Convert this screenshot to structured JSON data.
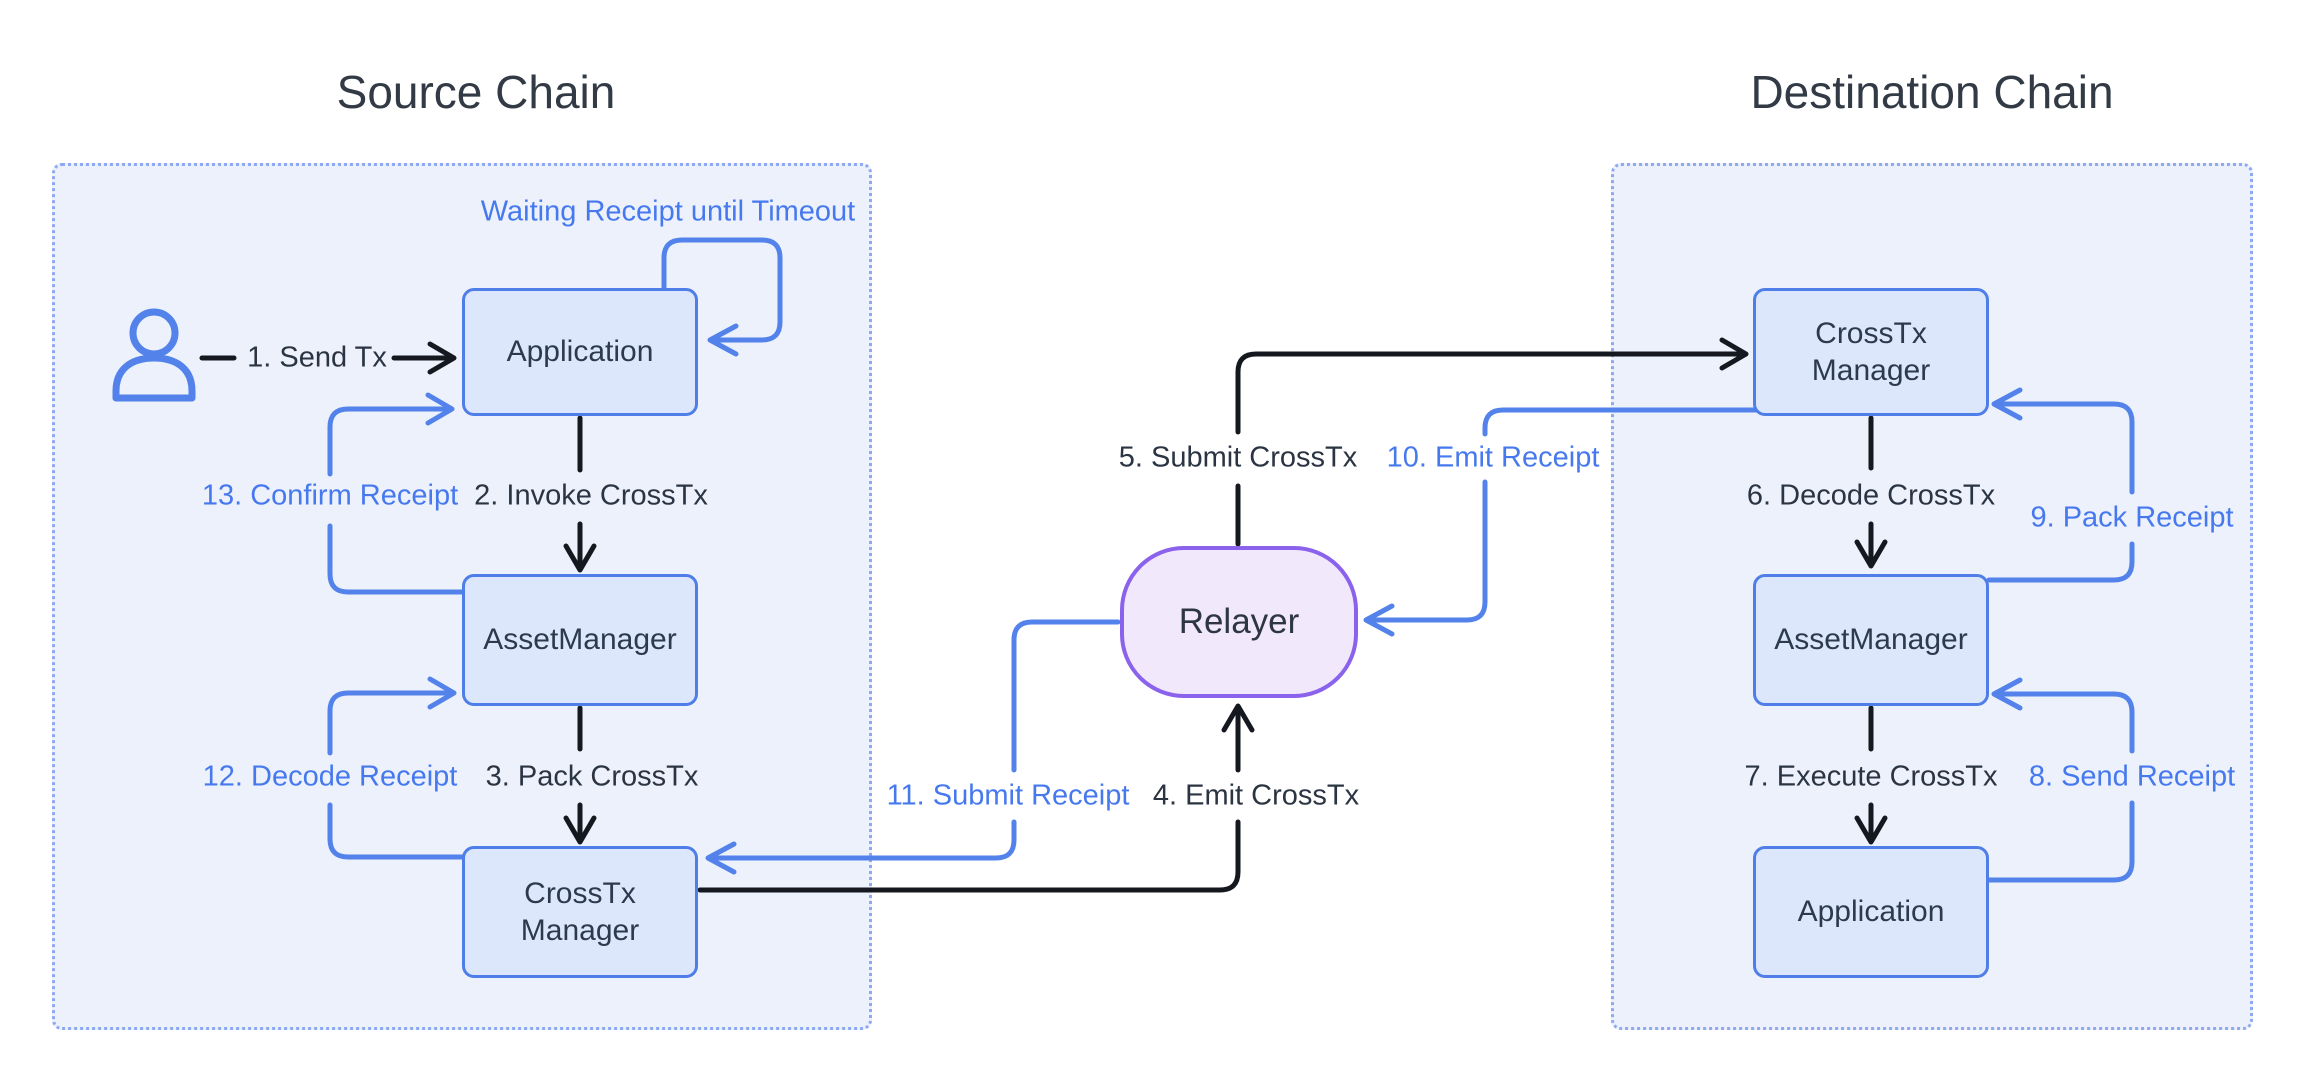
{
  "titles": {
    "source": "Source Chain",
    "destination": "Destination Chain"
  },
  "nodes": {
    "source_application": "Application",
    "source_asset_manager": "AssetManager",
    "source_crosstx_manager_line1": "CrossTx",
    "source_crosstx_manager_line2": "Manager",
    "dest_crosstx_manager_line1": "CrossTx",
    "dest_crosstx_manager_line2": "Manager",
    "dest_asset_manager": "AssetManager",
    "dest_application": "Application",
    "relayer": "Relayer"
  },
  "labels": {
    "step1": "1. Send Tx",
    "step2": "2. Invoke CrossTx",
    "step3": "3. Pack CrossTx",
    "step4": "4. Emit CrossTx",
    "step5": "5. Submit CrossTx",
    "step6": "6. Decode CrossTx",
    "step7": "7. Execute CrossTx",
    "step8": "8. Send Receipt",
    "step9": "9. Pack Receipt",
    "step10": "10. Emit Receipt",
    "step11": "11. Submit Receipt",
    "step12": "12. Decode Receipt",
    "step13": "13. Confirm Receipt",
    "waiting": "Waiting Receipt until Timeout"
  },
  "icons": {
    "user": "user-icon"
  },
  "colors": {
    "panel_fill": "#ecf1fc",
    "panel_border": "#8ea9f2",
    "node_fill": "#dce7fb",
    "node_border": "#4f7ee9",
    "relayer_fill": "#f1e8fc",
    "relayer_border": "#8b62ec",
    "black_line": "#15181e",
    "blue_line": "#5282ea",
    "dark_text": "#2b3442",
    "blue_text": "#4678ee"
  }
}
